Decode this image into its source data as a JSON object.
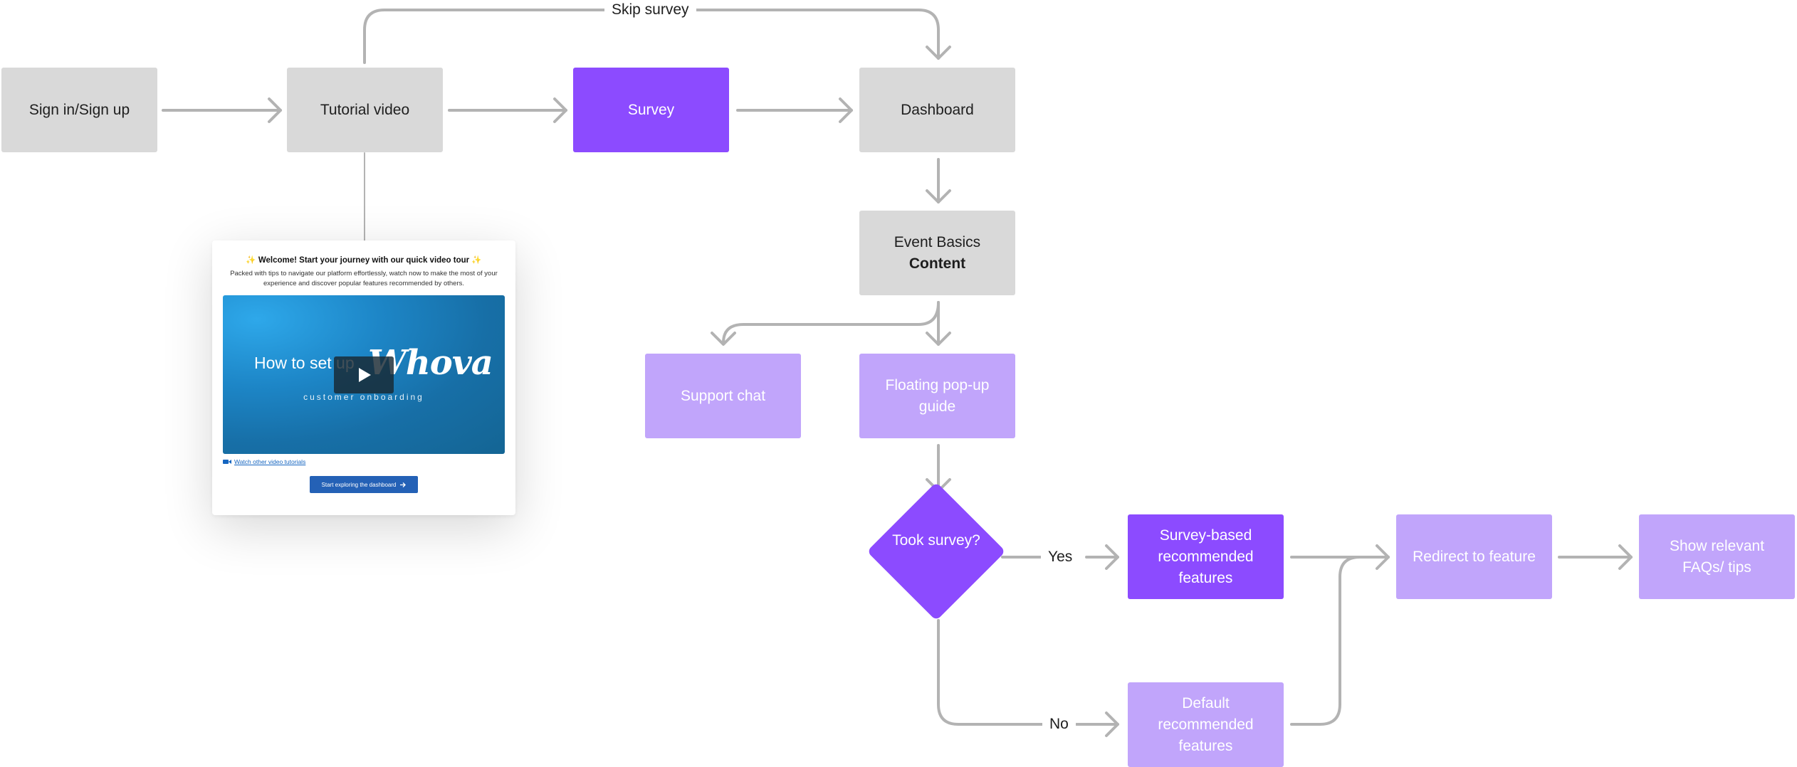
{
  "diagram": {
    "nodes": {
      "signin": "Sign in/Sign up",
      "tutorial": "Tutorial video",
      "survey": "Survey",
      "dashboard": "Dashboard",
      "event_basics_line1": "Event Basics",
      "event_basics_line2": "Content",
      "support_chat": "Support chat",
      "floating_guide": "Floating pop-up guide",
      "decision": "Took survey?",
      "survey_features": "Survey-based recommended features",
      "default_features": "Default recommended features",
      "redirect": "Redirect to feature",
      "faqs": "Show relevant FAQs/ tips"
    },
    "edge_labels": {
      "skip_survey": "Skip survey",
      "yes": "Yes",
      "no": "No"
    },
    "colors": {
      "gray_node": "#d9d9d9",
      "dark_purple": "#8c4bff",
      "light_purple": "#c1a5fb",
      "connector": "#b3b3b3"
    }
  },
  "modal": {
    "title": "Welcome! Start your journey with our quick video tour",
    "sparkle_icon": "✨",
    "description": "Packed with tips to navigate our platform effortlessly, watch now to make the most of your experience and discover popular features recommended by others.",
    "video": {
      "title_text": "How to set up",
      "logo_text": "Whova",
      "subtitle": "customer onboarding"
    },
    "link_text": "Watch other video tutorials",
    "button_label": "Start exploring the dashboard"
  }
}
